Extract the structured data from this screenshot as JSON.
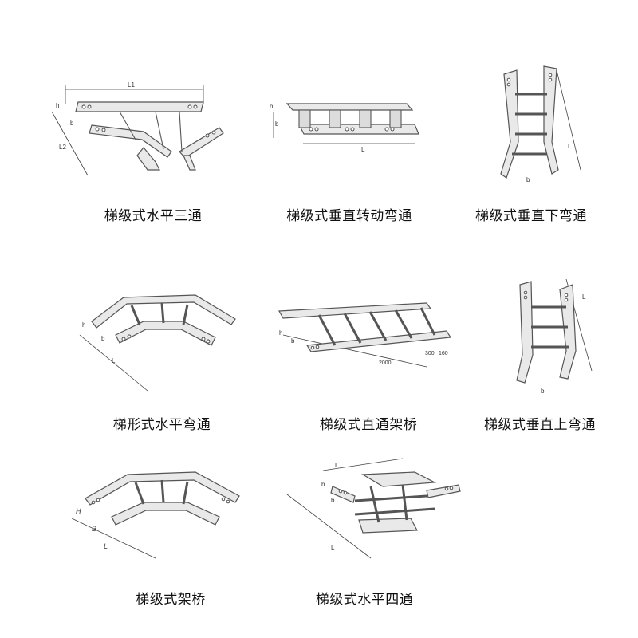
{
  "items": [
    {
      "caption": "梯级式水平三通",
      "dims": {
        "l1": "L1",
        "l2": "L2",
        "h": "h",
        "b": "b"
      }
    },
    {
      "caption": "梯级式垂直转动弯通",
      "dims": {
        "h": "h",
        "b": "b",
        "l": "L"
      }
    },
    {
      "caption": "梯级式垂直下弯通",
      "dims": {
        "l": "L",
        "b": "b"
      }
    },
    {
      "caption": "梯形式水平弯通",
      "dims": {
        "h": "h",
        "b": "b",
        "l": "L"
      }
    },
    {
      "caption": "梯级式直通架桥",
      "dims": {
        "h": "h",
        "b": "b",
        "len": "2000",
        "w1": "300",
        "w2": "160"
      }
    },
    {
      "caption": "梯级式垂直上弯通",
      "dims": {
        "l": "L",
        "b": "b"
      }
    },
    {
      "caption": "梯级式架桥",
      "dims": {
        "h": "H",
        "b": "B",
        "l": "L"
      }
    },
    {
      "caption": "梯级式水平四通",
      "dims": {
        "l": "L",
        "h": "h",
        "b": "b"
      }
    }
  ]
}
